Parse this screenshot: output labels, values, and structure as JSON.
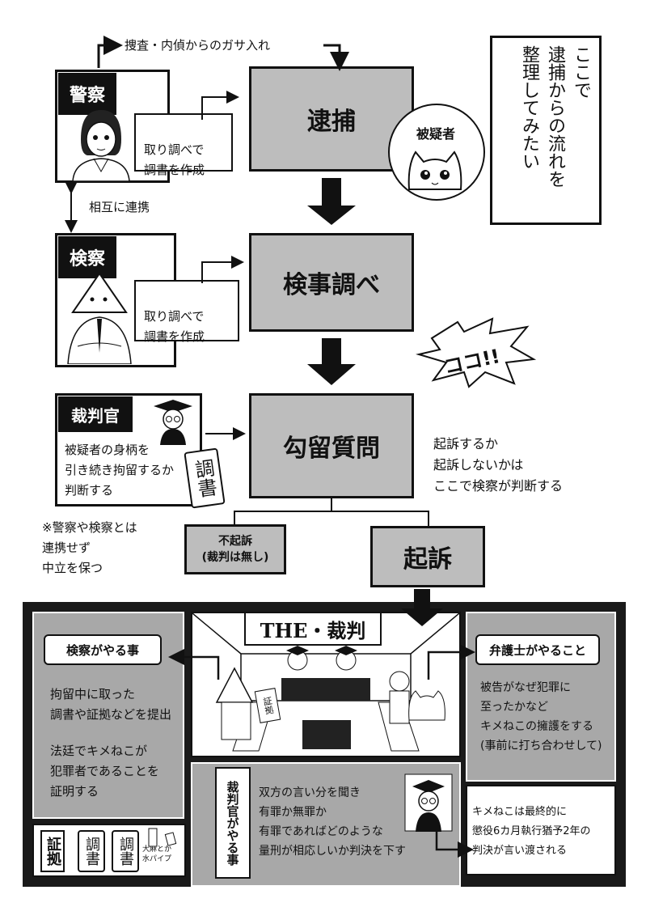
{
  "top": {
    "search_note": "捜査・内偵からのガサ入れ",
    "cooperation": "相互に連携",
    "summary_vertical": "ここで\n逮捕からの流れを\n整理してみたい"
  },
  "police": {
    "label": "警察",
    "note": "取り調べで\n調書を作成"
  },
  "prosecution": {
    "label": "検察",
    "note": "取り調べで\n調書を作成"
  },
  "judge": {
    "label": "裁判官",
    "desc": "被疑者の身柄を\n引き続き拘留するか\n判断する",
    "doc": "調書",
    "neutral_note": "※警察や検察とは\n連携せず\n中立を保つ"
  },
  "suspect_bubble": "被疑者",
  "steps": {
    "arrest": "逮捕",
    "investigation": "検事調べ",
    "detention_hearing": "勾留質問",
    "prosecution": "起訴",
    "non_prosecution": "不起訴\n(裁判は無し)"
  },
  "shout": "ココ!!",
  "decision_note": "起訴するか\n起訴しないかは\nここで検察が判断する",
  "trial": {
    "title": "THE・裁判",
    "prosecutor_header": "検察がやる事",
    "prosecutor_text1": "拘留中に取った\n調書や証拠などを提出",
    "prosecutor_text2": "法廷でキメねこが\n犯罪者であることを\n証明する",
    "evidence_label": "証拠",
    "evidence_docs": [
      "調書",
      "調書"
    ],
    "evidence_item": "大麻とか\n水パイプ",
    "lawyer_header": "弁護士がやること",
    "lawyer_text": "被告がなぜ犯罪に\n至ったかなど\nキメねこの擁護をする\n(事前に打ち合わせして)",
    "judge_header": "裁判官がやる事",
    "judge_text": "双方の言い分を聞き\n有罪か無罪か\n有罪であればどのような\n量刑が相応しいか判決を下す",
    "verdict_text": "キメねこは最終的に\n懲役6カ月執行猶予2年の\n判決が言い渡される",
    "evidence_sign": "証拠"
  },
  "colors": {
    "ink": "#111111",
    "box_gray": "#bdbdbd",
    "panel_gray": "#a8a8a8",
    "dark_frame": "#1a1a1a"
  }
}
